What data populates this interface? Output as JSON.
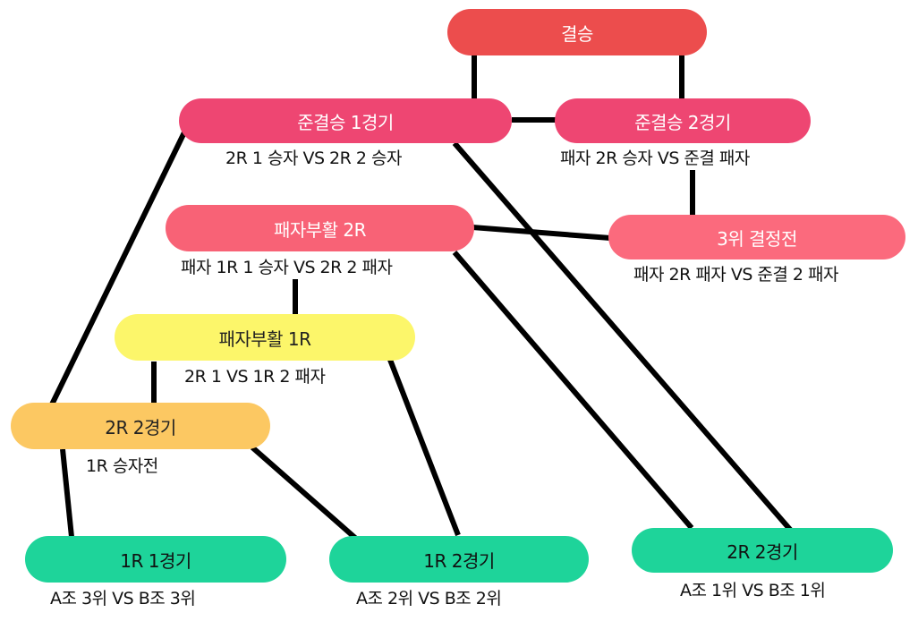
{
  "colors": {
    "red": "#ec4d4d",
    "crimson": "#ee4672",
    "pink": "#f86276",
    "coral": "#fb6a7d",
    "yellow": "#fcf66a",
    "orange": "#fcc862",
    "green": "#1ed49a",
    "edge": "#000000"
  },
  "nodes": {
    "final": {
      "label": "결승"
    },
    "semi1": {
      "label": "준결승 1경기",
      "caption": "2R 1 승자    VS    2R 2 승자"
    },
    "semi2": {
      "label": "준결승 2경기",
      "caption": "패자 2R 승자    VS    준결  패자"
    },
    "loser_r2": {
      "label": "패자부활 2R",
      "caption": "패자  1R 1 승자    VS    2R 2 패자"
    },
    "third_place": {
      "label": "3위 결정전",
      "caption": "패자 2R 패자    VS    준결 2  패자"
    },
    "loser_r1": {
      "label": "패자부활 1R",
      "caption": "2R  1     VS    1R  2 패자"
    },
    "r2_game2": {
      "label": "2R 2경기",
      "caption": "1R    승자전"
    },
    "r1_game1": {
      "label": "1R 1경기",
      "caption": "A조 3위      VS       B조 3위"
    },
    "r1_game2": {
      "label": "1R 2경기",
      "caption": "A조 2위      VS       B조 2위"
    },
    "r2_game2b": {
      "label": "2R 2경기",
      "caption": "A조 1위      VS       B조 1위"
    }
  }
}
